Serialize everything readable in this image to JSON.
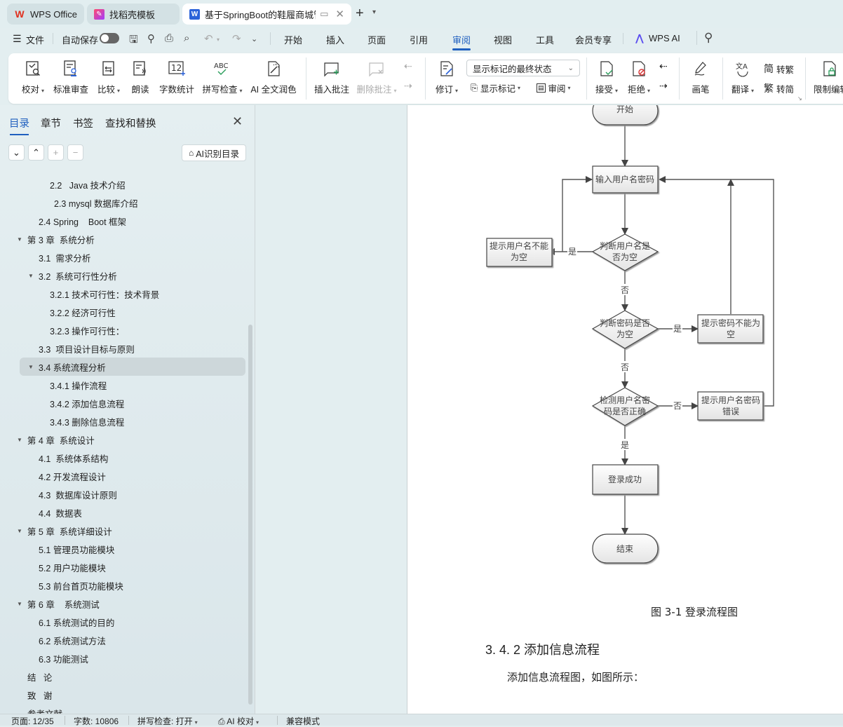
{
  "tabs": [
    {
      "label": "WPS Office",
      "icon": "wps-logo-icon",
      "state": "inactive"
    },
    {
      "label": "找稻壳模板",
      "icon": "docer-icon",
      "state": "inactive"
    },
    {
      "label": "基于SpringBoot的鞋履商城管",
      "icon": "word-doc-icon",
      "state": "active"
    }
  ],
  "menu": {
    "file": "文件",
    "autosave": "自动保存",
    "items": [
      "开始",
      "插入",
      "页面",
      "引用",
      "审阅",
      "视图",
      "工具",
      "会员专享"
    ],
    "active": "审阅",
    "wps_ai": "WPS AI"
  },
  "ribbon": {
    "proofread": "校对",
    "standard_review": "标准审查",
    "compare": "比较",
    "read_aloud": "朗读",
    "word_count": "字数统计",
    "spell_check": "拼写检查",
    "ai_polish": "AI 全文润色",
    "insert_comment": "插入批注",
    "delete_comment": "删除批注",
    "track_changes": "修订",
    "markup_select": "显示标记的最终状态",
    "show_markup": "显示标记",
    "review": "审阅",
    "accept": "接受",
    "reject": "拒绝",
    "pen": "画笔",
    "translate": "翻译",
    "to_traditional": "转繁",
    "to_simplified": "转简",
    "restrict_edit": "限制编辑",
    "word_count_icon_text": "12",
    "spell_icon_text": "ABC"
  },
  "sidebar": {
    "tabs": [
      "目录",
      "章节",
      "书签",
      "查找和替换"
    ],
    "active_tab": "目录",
    "ai_toc": "AI识别目录",
    "toc": [
      {
        "label": "2.2   Java 技术介绍",
        "level": 3,
        "expanded": null
      },
      {
        "label": "2.3 mysql 数据库介绍",
        "level": 3,
        "expanded": null
      },
      {
        "label": "2.4 Spring    Boot 框架",
        "level": 2,
        "expanded": null
      },
      {
        "label": "第 3 章  系统分析",
        "level": 1,
        "expanded": true
      },
      {
        "label": "3.1  需求分析",
        "level": 2,
        "expanded": null
      },
      {
        "label": "3.2  系统可行性分析",
        "level": 2,
        "expanded": true
      },
      {
        "label": "3.2.1 技术可行性：技术背景",
        "level": 3,
        "expanded": null
      },
      {
        "label": "3.2.2 经济可行性",
        "level": 3,
        "expanded": null
      },
      {
        "label": "3.2.3 操作可行性：",
        "level": 3,
        "expanded": null
      },
      {
        "label": "3.3  项目设计目标与原则",
        "level": 2,
        "expanded": null
      },
      {
        "label": "3.4 系统流程分析",
        "level": 2,
        "expanded": true,
        "selected": true
      },
      {
        "label": "3.4.1 操作流程",
        "level": 3,
        "expanded": null
      },
      {
        "label": "3.4.2 添加信息流程",
        "level": 3,
        "expanded": null
      },
      {
        "label": "3.4.3 删除信息流程",
        "level": 3,
        "expanded": null
      },
      {
        "label": "第 4 章  系统设计",
        "level": 1,
        "expanded": true
      },
      {
        "label": "4.1  系统体系结构",
        "level": 2,
        "expanded": null
      },
      {
        "label": "4.2 开发流程设计",
        "level": 2,
        "expanded": null
      },
      {
        "label": "4.3  数据库设计原则",
        "level": 2,
        "expanded": null
      },
      {
        "label": "4.4  数据表",
        "level": 2,
        "expanded": null
      },
      {
        "label": "第 5 章  系统详细设计",
        "level": 1,
        "expanded": true
      },
      {
        "label": "5.1 管理员功能模块",
        "level": 2,
        "expanded": null
      },
      {
        "label": "5.2 用户功能模块",
        "level": 2,
        "expanded": null
      },
      {
        "label": "5.3 前台首页功能模块",
        "level": 2,
        "expanded": null
      },
      {
        "label": "第 6 章    系统测试",
        "level": 1,
        "expanded": true
      },
      {
        "label": "6.1 系统测试的目的",
        "level": 2,
        "expanded": null
      },
      {
        "label": "6.2 系统测试方法",
        "level": 2,
        "expanded": null
      },
      {
        "label": "6.3 功能测试",
        "level": 2,
        "expanded": null
      },
      {
        "label": "结   论",
        "level": 0,
        "expanded": null
      },
      {
        "label": "致   谢",
        "level": 0,
        "expanded": null
      },
      {
        "label": "参考文献",
        "level": 0,
        "expanded": null
      }
    ]
  },
  "flowchart": {
    "start": "开始",
    "input": "输入用户名密码",
    "check_user": [
      "判断用户名是",
      "否为空"
    ],
    "user_empty": [
      "提示用户名不能",
      "为空"
    ],
    "check_pwd": [
      "判断密码是否",
      "为空"
    ],
    "pwd_empty": [
      "提示密码不能为",
      "空"
    ],
    "verify": [
      "检测用户名密",
      "码是否正确"
    ],
    "wrong": [
      "提示用户名密码",
      "错误"
    ],
    "success": "登录成功",
    "end": "结束",
    "yes": "是",
    "no": "否"
  },
  "document": {
    "caption": "图 3-1 登录流程图",
    "heading": "3. 4. 2 添加信息流程",
    "paragraph": "添加信息流程图，如图所示："
  },
  "status": {
    "page": "页面: 12/35",
    "words": "字数: 10806",
    "spell": "拼写检查: 打开",
    "ai_proof": "AI 校对",
    "compat": "兼容模式"
  }
}
